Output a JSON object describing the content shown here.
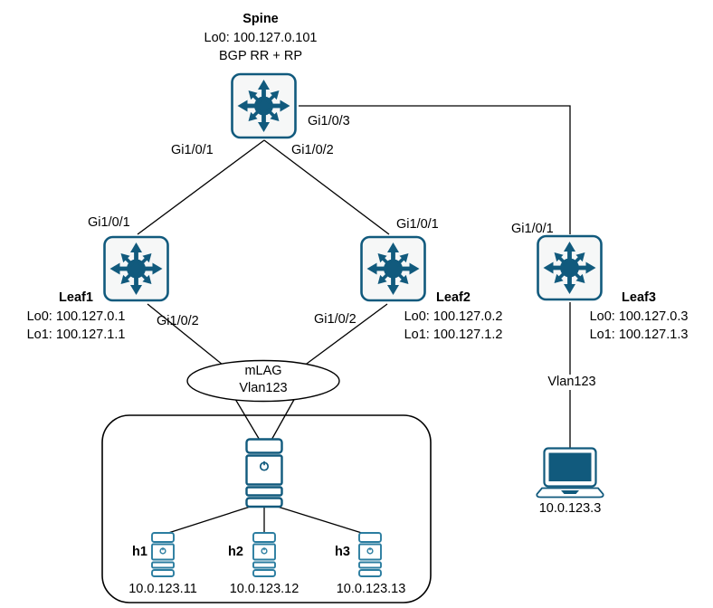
{
  "colors": {
    "device_teal": "#115a7d",
    "host_icon_teal": "#2b7da0",
    "switch_fill": "#f6f7f7",
    "link_color": "#000000"
  },
  "spine": {
    "name": "Spine",
    "lo0": "Lo0: 100.127.0.101",
    "role": "BGP RR + RP",
    "ports": {
      "gi1": "Gi1/0/1",
      "gi2": "Gi1/0/2",
      "gi3": "Gi1/0/3"
    }
  },
  "leaf1": {
    "name": "Leaf1",
    "lo0": "Lo0: 100.127.0.1",
    "lo1": "Lo1: 100.127.1.1",
    "ports": {
      "gi1": "Gi1/0/1",
      "gi2": "Gi1/0/2"
    }
  },
  "leaf2": {
    "name": "Leaf2",
    "lo0": "Lo0: 100.127.0.2",
    "lo1": "Lo1: 100.127.1.2",
    "ports": {
      "gi1": "Gi1/0/1",
      "gi2": "Gi1/0/2"
    }
  },
  "leaf3": {
    "name": "Leaf3",
    "lo0": "Lo0: 100.127.0.3",
    "lo1": "Lo1: 100.127.1.3",
    "ports": {
      "gi1": "Gi1/0/1"
    },
    "vlan": "Vlan123"
  },
  "mlag": {
    "line1": "mLAG",
    "line2": "Vlan123"
  },
  "hosts": {
    "h1": {
      "name": "h1",
      "ip": "10.0.123.11"
    },
    "h2": {
      "name": "h2",
      "ip": "10.0.123.12"
    },
    "h3": {
      "name": "h3",
      "ip": "10.0.123.13"
    }
  },
  "laptop": {
    "ip": "10.0.123.3"
  }
}
